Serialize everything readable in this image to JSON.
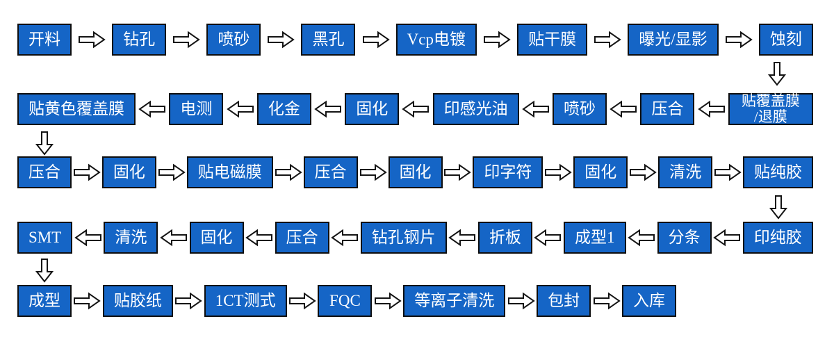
{
  "colors": {
    "background": "#ffffff",
    "box_fill": "#1565c6",
    "box_border": "#0e0e0e",
    "box_text": "#ffffff",
    "arrow_fill": "#ffffff",
    "arrow_stroke": "#141414"
  },
  "flow": {
    "rows": [
      {
        "direction": "right",
        "steps": [
          "开料",
          "钻孔",
          "喷砂",
          "黑孔",
          "Vcp电镀",
          "贴干膜",
          "曝光/显影",
          "蚀刻"
        ]
      },
      {
        "direction": "left",
        "steps": [
          "贴黄色覆盖膜",
          "电测",
          "化金",
          "固化",
          "印感光油",
          "喷砂",
          "压合",
          "贴覆盖膜\n/退膜"
        ]
      },
      {
        "direction": "right",
        "steps": [
          "压合",
          "固化",
          "贴电磁膜",
          "压合",
          "固化",
          "印字符",
          "固化",
          "清洗",
          "贴纯胶"
        ]
      },
      {
        "direction": "left",
        "steps": [
          "SMT",
          "清洗",
          "固化",
          "压合",
          "钻孔钢片",
          "折板",
          "成型1",
          "分条",
          "印纯胶"
        ]
      },
      {
        "direction": "right",
        "steps": [
          "成型",
          "贴胶纸",
          "1CT测式",
          "FQC",
          "等离子清洗",
          "包封",
          "入库"
        ]
      }
    ],
    "down_connectors": [
      {
        "from": "蚀刻",
        "to": "贴覆盖膜/退膜"
      },
      {
        "from": "贴黄色覆盖膜",
        "to": "压合"
      },
      {
        "from": "贴纯胶",
        "to": "印纯胶"
      },
      {
        "from": "SMT",
        "to": "成型"
      }
    ]
  }
}
